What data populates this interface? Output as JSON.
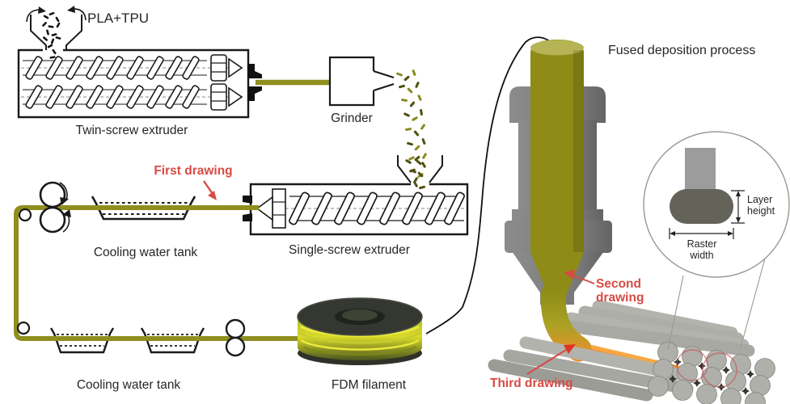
{
  "labels": {
    "material": "PLA+TPU",
    "twin_screw_extruder": "Twin-screw extruder",
    "grinder": "Grinder",
    "first_drawing": "First drawing",
    "cooling_water_tank_top": "Cooling water tank",
    "single_screw_extruder": "Single-screw extruder",
    "cooling_water_tank_bottom": "Cooling water tank",
    "fdm_filament": "FDM filament",
    "fused_deposition_process": "Fused deposition process",
    "second_drawing": {
      "line1": "Second",
      "line2": "drawing"
    },
    "third_drawing": "Third drawing",
    "layer_height": {
      "line1": "Layer",
      "line2": "height"
    },
    "raster_width": {
      "line1": "Raster",
      "line2": "width"
    }
  },
  "colors": {
    "strand_olive": "#8f8e1e",
    "filament_column": "#8e8c16",
    "deposit_orange": "#ee8c28",
    "spool_yellow": "#d8d929",
    "head_gray": "#7b7b7b",
    "raster_gray": "#b3b3ad",
    "label_red": "#d74b45",
    "label_black": "#262626",
    "line_black": "#1a1a1a",
    "background": "#ffffff"
  }
}
